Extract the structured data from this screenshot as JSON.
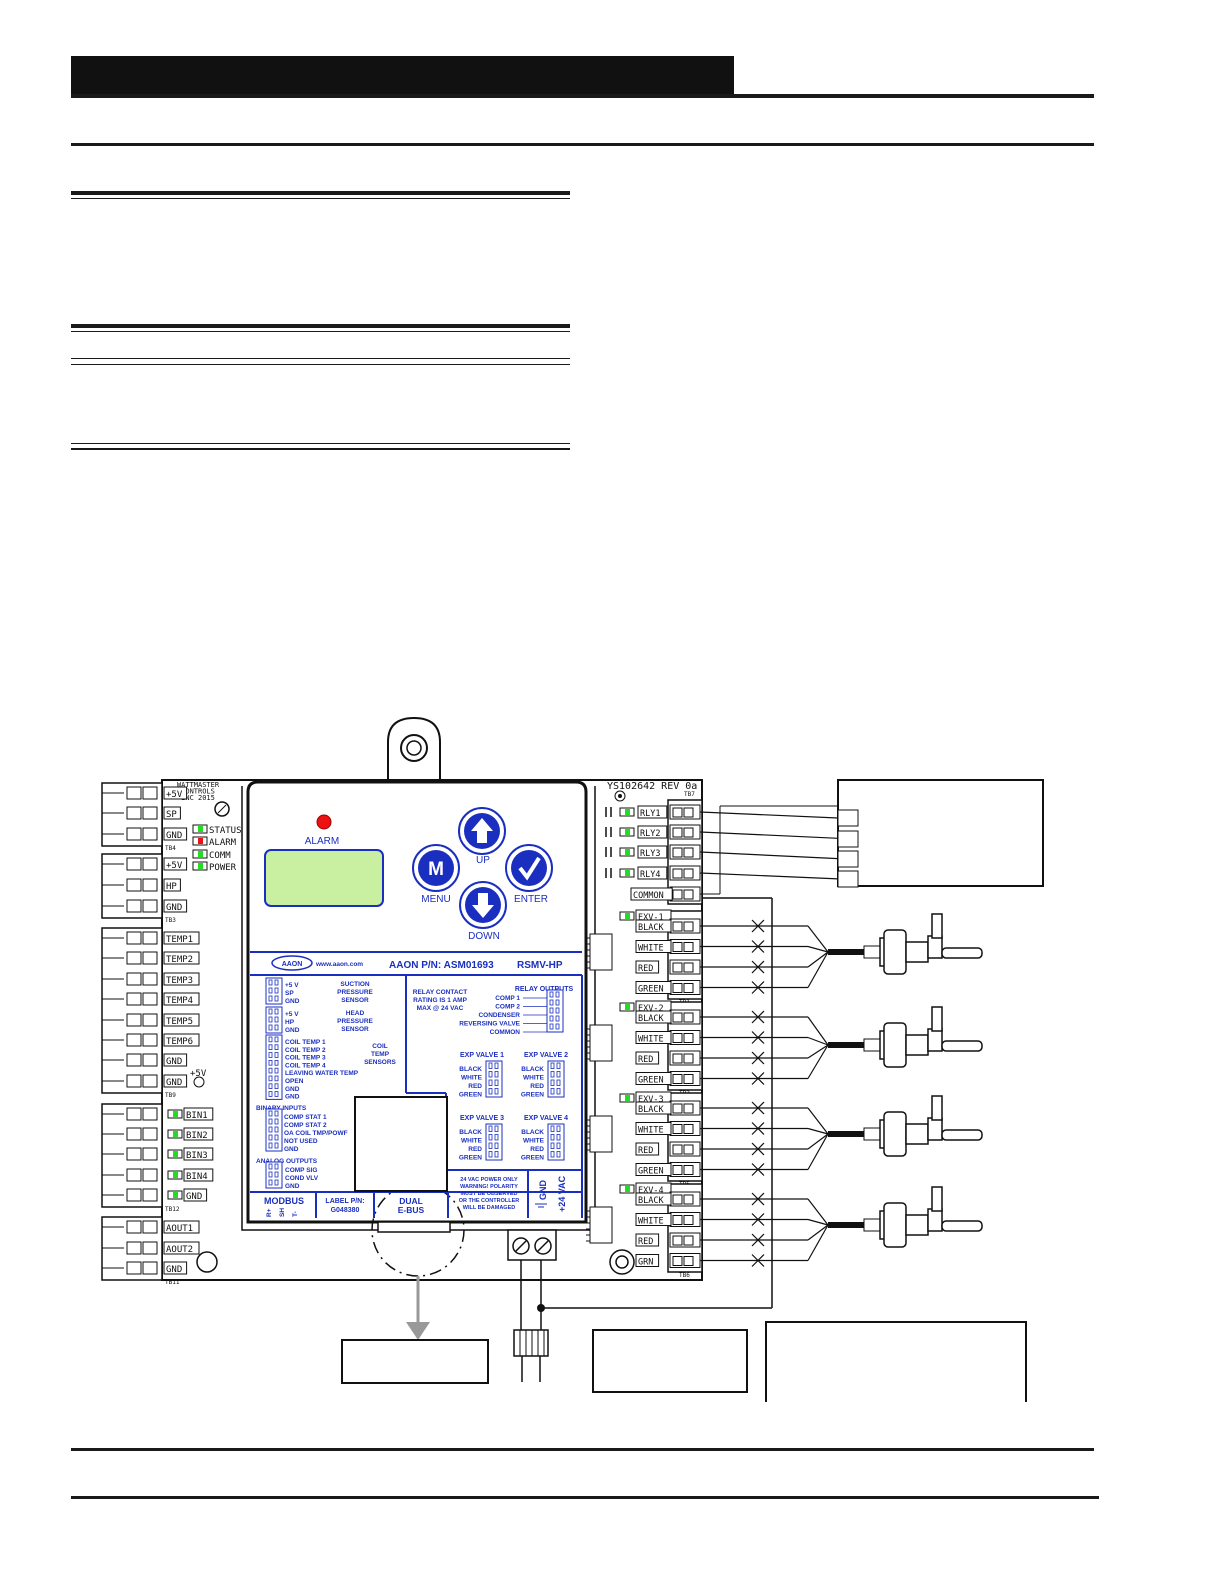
{
  "board": {
    "brand_lines": [
      "WATTMASTER",
      "CONTROLS",
      "INC 2015"
    ],
    "rev_label": "YS102642  REV  0a",
    "left_terminals": [
      {
        "label": "+5V",
        "block": "TB4"
      },
      {
        "label": "SP",
        "block": "TB4"
      },
      {
        "label": "GND",
        "block": "TB4"
      },
      {
        "label": "+5V",
        "block": "TB3"
      },
      {
        "label": "HP",
        "block": "TB3"
      },
      {
        "label": "GND",
        "block": "TB3"
      },
      {
        "label": "TEMP1",
        "block": "TB9"
      },
      {
        "label": "TEMP2",
        "block": "TB9"
      },
      {
        "label": "TEMP3",
        "block": "TB9"
      },
      {
        "label": "TEMP4",
        "block": "TB9"
      },
      {
        "label": "TEMP5",
        "block": "TB9"
      },
      {
        "label": "TEMP6",
        "block": "TB9"
      },
      {
        "label": "GND",
        "block": "TB9"
      },
      {
        "label": "GND",
        "block": "TB9"
      },
      {
        "label": "BIN1",
        "block": "TB12"
      },
      {
        "label": "BIN2",
        "block": "TB12"
      },
      {
        "label": "BIN3",
        "block": "TB12"
      },
      {
        "label": "BIN4",
        "block": "TB12"
      },
      {
        "label": "GND",
        "block": "TB12"
      },
      {
        "label": "AOUT1",
        "block": "TB11"
      },
      {
        "label": "AOUT2",
        "block": "TB11"
      },
      {
        "label": "GND",
        "block": "TB11"
      }
    ],
    "block_tags": [
      "TB4",
      "TB3",
      "TB9",
      "TB12",
      "TB11"
    ],
    "status_leds": [
      "STATUS",
      "ALARM",
      "COMM",
      "POWER"
    ],
    "five_v": "+5V",
    "relay_terminals": [
      "RLY1",
      "RLY2",
      "RLY3",
      "RLY4",
      "COMMON"
    ],
    "relay_block": "TB7",
    "exv_groups": [
      {
        "label": "EXV-1",
        "wires": [
          "BLACK",
          "WHITE",
          "RED",
          "GREEN"
        ],
        "block": "TB1"
      },
      {
        "label": "EXV-2",
        "wires": [
          "BLACK",
          "WHITE",
          "RED",
          "GREEN"
        ],
        "block": "TB2"
      },
      {
        "label": "EXV-3",
        "wires": [
          "BLACK",
          "WHITE",
          "RED",
          "GREEN"
        ],
        "block": "TB5"
      },
      {
        "label": "EXV-4",
        "wires": [
          "BLACK",
          "WHITE",
          "RED",
          "GRN"
        ],
        "block": "TB6"
      }
    ]
  },
  "keypad": {
    "alarm": "ALARM",
    "up": "UP",
    "menu": "MENU",
    "menu_glyph": "M",
    "enter": "ENTER",
    "down": "DOWN"
  },
  "label_panel": {
    "logo": "AAON",
    "website": "www.aaon.com",
    "part_number": "AAON P/N: ASM01693",
    "model": "RSMV-HP",
    "sp_pins": [
      "+5 V",
      "SP",
      "GND"
    ],
    "sp_title": [
      "SUCTION",
      "PRESSURE",
      "SENSOR"
    ],
    "hp_pins": [
      "+5 V",
      "HP",
      "GND"
    ],
    "hp_title": [
      "HEAD",
      "PRESSURE",
      "SENSOR"
    ],
    "temp_pins": [
      "COIL TEMP 1",
      "COIL TEMP 2",
      "COIL TEMP 3",
      "COIL TEMP 4",
      "LEAVING WATER TEMP",
      "OPEN",
      "GND",
      "GND"
    ],
    "temp_title": [
      "COIL",
      "TEMP",
      "SENSORS"
    ],
    "binary_title": "BINARY INPUTS",
    "binary_pins": [
      "COMP STAT 1",
      "COMP STAT 2",
      "OA COIL TMP/POWF",
      "NOT USED",
      "GND"
    ],
    "analog_title": "ANALOG OUTPUTS",
    "analog_pins": [
      "COMP SIG",
      "COND VLV",
      "GND"
    ],
    "relay_note": [
      "RELAY CONTACT",
      "RATING IS 1 AMP",
      "MAX @ 24 VAC"
    ],
    "relay_title": "RELAY OUTPUTS",
    "relay_pins": [
      "COMP 1",
      "COMP 2",
      "CONDENSER",
      "REVERSING VALVE",
      "COMMON"
    ],
    "exp_valves": [
      {
        "title": "EXP VALVE 1",
        "wires": [
          "BLACK",
          "WHITE",
          "RED",
          "GREEN"
        ]
      },
      {
        "title": "EXP VALVE 2",
        "wires": [
          "BLACK",
          "WHITE",
          "RED",
          "GREEN"
        ]
      },
      {
        "title": "EXP VALVE 3",
        "wires": [
          "BLACK",
          "WHITE",
          "RED",
          "GREEN"
        ]
      },
      {
        "title": "EXP VALVE 4",
        "wires": [
          "BLACK",
          "WHITE",
          "RED",
          "GREEN"
        ]
      }
    ],
    "power_warning": [
      "24 VAC POWER ONLY",
      "WARNING! POLARITY",
      "MUST BE OBSERVED",
      "OR THE CONTROLLER",
      "WILL BE DAMAGED"
    ],
    "gnd": "GND",
    "vac": "+24 VAC",
    "modbus_title": "MODBUS",
    "modbus_pins": [
      "R+",
      "SH",
      "T-"
    ],
    "label_pn_title": "LABEL P/N:",
    "label_pn": "G048380",
    "ebus_title": [
      "DUAL",
      "E-BUS"
    ]
  },
  "colors": {
    "label_blue": "#1a2fbf",
    "led_green": "#22dd22",
    "alarm_red": "#ee1111",
    "lcd_green": "#c8f0a0"
  }
}
